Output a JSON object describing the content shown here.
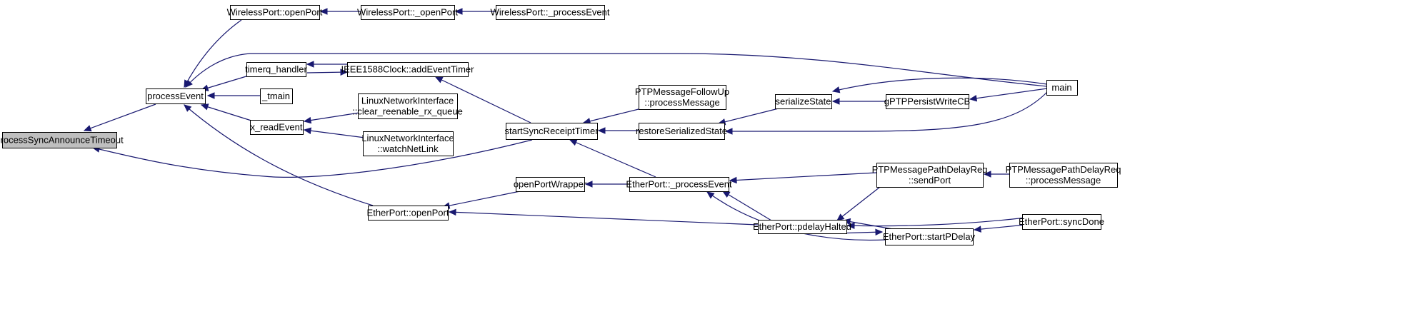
{
  "nodes": [
    {
      "id": "root",
      "lines": [
        "processSyncAnnounceTimeout"
      ],
      "root": true
    },
    {
      "id": "processEvent",
      "lines": [
        "processEvent"
      ]
    },
    {
      "id": "startSyncReceiptTimer",
      "lines": [
        "startSyncReceiptTimer"
      ]
    },
    {
      "id": "wirelessOpenPort",
      "lines": [
        "WirelessPort::openPort"
      ]
    },
    {
      "id": "wirelessUOpenPort",
      "lines": [
        "WirelessPort::_openPort"
      ]
    },
    {
      "id": "wirelessProcessEvent",
      "lines": [
        "WirelessPort::_processEvent"
      ]
    },
    {
      "id": "timerqHandler",
      "lines": [
        "timerq_handler"
      ]
    },
    {
      "id": "addEventTimer",
      "lines": [
        "IEEE1588Clock::addEventTimer"
      ]
    },
    {
      "id": "tmain",
      "lines": [
        "_tmain"
      ]
    },
    {
      "id": "xReadEvent",
      "lines": [
        "x_readEvent"
      ]
    },
    {
      "id": "clearReenable",
      "lines": [
        "LinuxNetworkInterface",
        "::clear_reenable_rx_queue"
      ]
    },
    {
      "id": "watchNetLink",
      "lines": [
        "LinuxNetworkInterface",
        "::watchNetLink"
      ]
    },
    {
      "id": "etherOpenPort",
      "lines": [
        "EtherPort::openPort"
      ]
    },
    {
      "id": "openPortWrapper",
      "lines": [
        "openPortWrapper"
      ]
    },
    {
      "id": "followUpProcess",
      "lines": [
        "PTPMessageFollowUp",
        "::processMessage"
      ]
    },
    {
      "id": "restoreSerializedState",
      "lines": [
        "restoreSerializedState"
      ]
    },
    {
      "id": "serializeState",
      "lines": [
        "serializeState"
      ]
    },
    {
      "id": "persistWriteCB",
      "lines": [
        "gPTPPersistWriteCB"
      ]
    },
    {
      "id": "main",
      "lines": [
        "main"
      ]
    },
    {
      "id": "etherProcessEvent",
      "lines": [
        "EtherPort::_processEvent"
      ]
    },
    {
      "id": "pdelayHalted",
      "lines": [
        "EtherPort::pdelayHalted"
      ]
    },
    {
      "id": "pdelaySendPort",
      "lines": [
        "PTPMessagePathDelayReq",
        "::sendPort"
      ]
    },
    {
      "id": "pdelayProcess",
      "lines": [
        "PTPMessagePathDelayReq",
        "::processMessage"
      ]
    },
    {
      "id": "startPDelay",
      "lines": [
        "EtherPort::startPDelay"
      ]
    },
    {
      "id": "syncDone",
      "lines": [
        "EtherPort::syncDone"
      ]
    }
  ],
  "edges": [
    {
      "from": "processEvent",
      "to": "root"
    },
    {
      "from": "startSyncReceiptTimer",
      "to": "root"
    },
    {
      "from": "wirelessOpenPort",
      "to": "processEvent"
    },
    {
      "from": "main",
      "to": "processEvent"
    },
    {
      "from": "timerqHandler",
      "to": "processEvent"
    },
    {
      "from": "tmain",
      "to": "processEvent"
    },
    {
      "from": "xReadEvent",
      "to": "processEvent"
    },
    {
      "from": "etherOpenPort",
      "to": "processEvent"
    },
    {
      "from": "wirelessUOpenPort",
      "to": "wirelessOpenPort"
    },
    {
      "from": "wirelessProcessEvent",
      "to": "wirelessUOpenPort"
    },
    {
      "from": "addEventTimer",
      "to": "timerqHandler"
    },
    {
      "from": "timerqHandler",
      "to": "addEventTimer"
    },
    {
      "from": "clearReenable",
      "to": "xReadEvent"
    },
    {
      "from": "watchNetLink",
      "to": "xReadEvent"
    },
    {
      "from": "startSyncReceiptTimer",
      "to": "addEventTimer"
    },
    {
      "from": "followUpProcess",
      "to": "startSyncReceiptTimer"
    },
    {
      "from": "restoreSerializedState",
      "to": "startSyncReceiptTimer"
    },
    {
      "from": "etherProcessEvent",
      "to": "startSyncReceiptTimer"
    },
    {
      "from": "serializeState",
      "to": "restoreSerializedState"
    },
    {
      "from": "main",
      "to": "restoreSerializedState"
    },
    {
      "from": "persistWriteCB",
      "to": "serializeState"
    },
    {
      "from": "main",
      "to": "serializeState"
    },
    {
      "from": "main",
      "to": "persistWriteCB"
    },
    {
      "from": "openPortWrapper",
      "to": "etherOpenPort"
    },
    {
      "from": "pdelayHalted",
      "to": "etherOpenPort"
    },
    {
      "from": "etherProcessEvent",
      "to": "openPortWrapper"
    },
    {
      "from": "pdelaySendPort",
      "to": "etherProcessEvent"
    },
    {
      "from": "pdelayHalted",
      "to": "etherProcessEvent"
    },
    {
      "from": "startPDelay",
      "to": "etherProcessEvent"
    },
    {
      "from": "pdelayProcess",
      "to": "pdelaySendPort"
    },
    {
      "from": "pdelaySendPort",
      "to": "pdelayHalted"
    },
    {
      "from": "startPDelay",
      "to": "pdelayHalted"
    },
    {
      "from": "syncDone",
      "to": "pdelayHalted"
    },
    {
      "from": "pdelayHalted",
      "to": "startPDelay"
    },
    {
      "from": "syncDone",
      "to": "startPDelay"
    }
  ],
  "colors": {
    "edge": "#191970",
    "node_border": "#000000",
    "root_fill": "#bfbfbf",
    "node_fill": "#ffffff"
  }
}
